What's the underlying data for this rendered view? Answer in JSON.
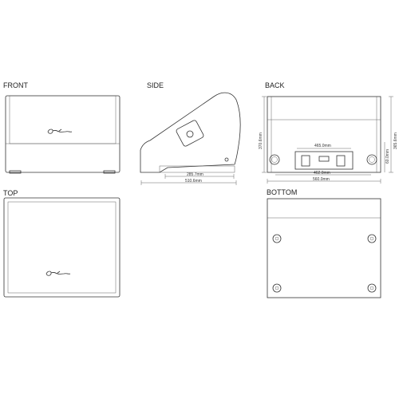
{
  "views": {
    "front": "FRONT",
    "side": "SIDE",
    "back": "BACK",
    "top": "TOP",
    "bottom": "BOTTOM"
  },
  "dimensions": {
    "side_inner": "285.7mm",
    "side_depth": "510.6mm",
    "back_height": "370.6mm",
    "back_total_height": "365.6mm",
    "back_panel_width": "465.0mm",
    "back_panel_height": "60.0mm",
    "back_spacing": "462.0mm",
    "back_width": "560.0mm"
  },
  "icons": {
    "logo": "brand-signature-logo",
    "feet": "rubber-foot-icon",
    "connector": "speakon-connector-icon",
    "handle": "carry-handle-icon"
  }
}
